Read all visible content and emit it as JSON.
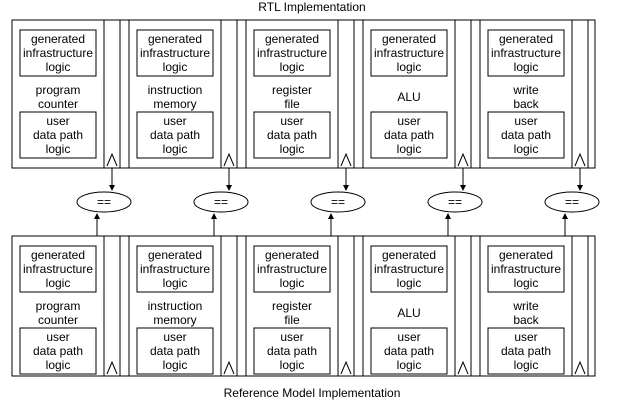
{
  "titles": {
    "top": "RTL Implementation",
    "bottom": "Reference Model Implementation"
  },
  "block_labels": {
    "generated": [
      "generated",
      "infrastructure",
      "logic"
    ],
    "user": [
      "user",
      "data path",
      "logic"
    ]
  },
  "stages": [
    {
      "name": [
        "program",
        "counter"
      ]
    },
    {
      "name": [
        "instruction",
        "memory"
      ]
    },
    {
      "name": [
        "register",
        "file"
      ]
    },
    {
      "name": [
        "ALU"
      ]
    },
    {
      "name": [
        "write",
        "back"
      ]
    }
  ],
  "comparator_label": "==",
  "latch_symbol": "^"
}
